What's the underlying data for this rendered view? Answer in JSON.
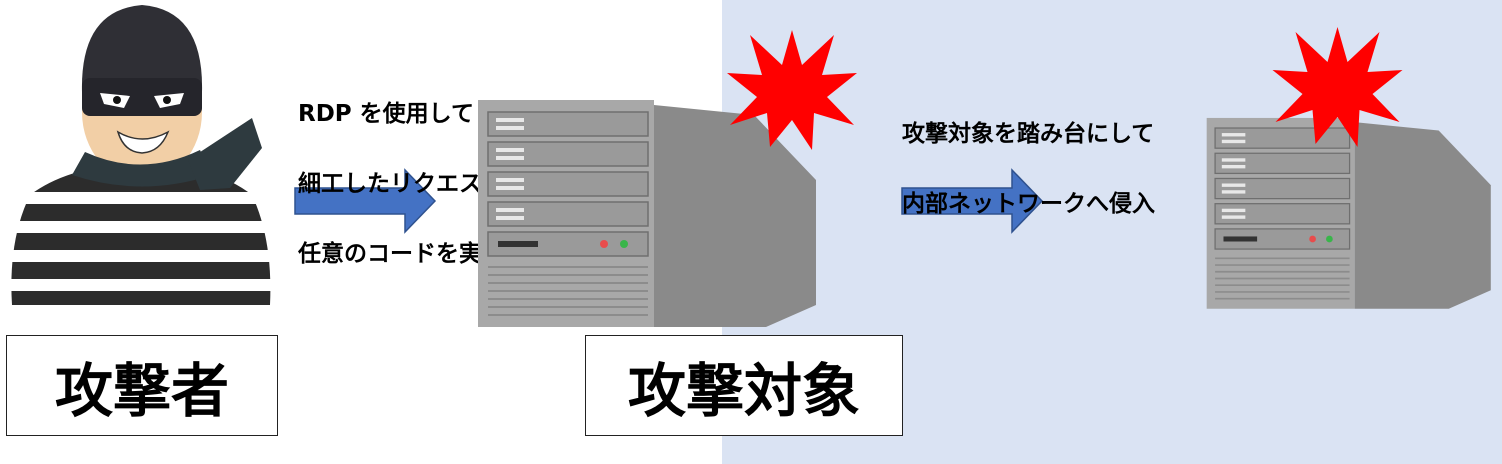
{
  "diagram": {
    "attacker_label": "攻撃者",
    "target_label": "攻撃対象",
    "step1_lines": [
      "RDP を使用して",
      "細工したリクエストを送信し",
      "任意のコードを実行"
    ],
    "step2_lines": [
      "攻撃対象を踏み台にして",
      "内部ネットワークへ侵入"
    ]
  },
  "colors": {
    "target_zone": "#dae3f3",
    "arrow": "#4472c4",
    "burst": "#ff0000"
  }
}
